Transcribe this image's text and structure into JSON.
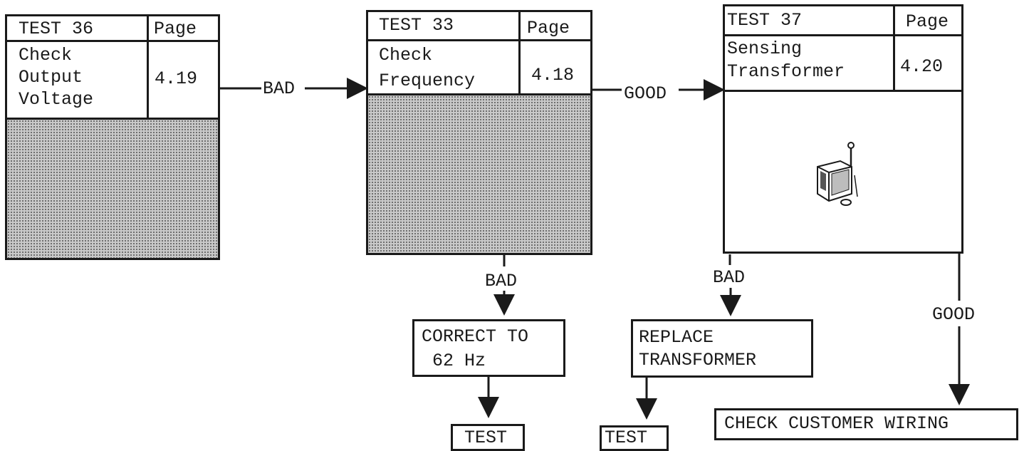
{
  "tests": [
    {
      "test": "TEST 36",
      "page_header": "Page",
      "title": "Check\nOutput\nVoltage",
      "page": "4.19"
    },
    {
      "test": "TEST 33",
      "page_header": "Page",
      "title": "Check\nFrequency",
      "page": "4.18"
    },
    {
      "test": "TEST 37",
      "page_header": "Page",
      "title": "Sensing\nTransformer",
      "page": "4.20"
    }
  ],
  "arrows": {
    "t36_to_t33": "BAD",
    "t33_to_t37": "GOOD",
    "t33_down": "BAD",
    "t37_down": "BAD",
    "t37_right_down": "GOOD"
  },
  "actions": {
    "correct": "CORRECT TO\n 62 Hz",
    "replace": "REPLACE\nTRANSFORMER",
    "wiring": "CHECK CUSTOMER WIRING",
    "test_a": "TEST",
    "test_b": "TEST"
  },
  "illustration": {
    "icon": "transformer-icon"
  }
}
